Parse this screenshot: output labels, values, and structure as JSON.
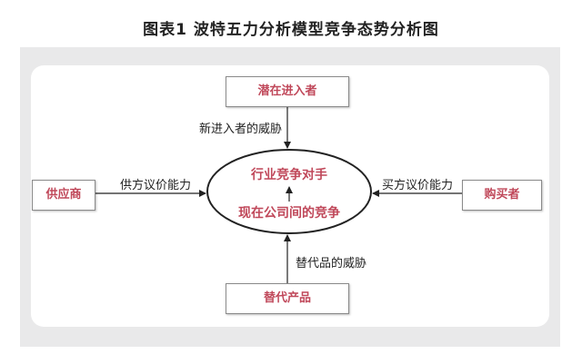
{
  "title": "图表1  波特五力分析模型竞争态势分析图",
  "nodes": {
    "potential_entrants": "潜在进入者",
    "suppliers": "供应商",
    "buyers": "购买者",
    "substitutes": "替代产品",
    "center_top": "行业竞争对手",
    "center_bottom": "现在公司间的竞争"
  },
  "edges": {
    "entrants_threat": "新进入者的威胁",
    "supplier_power": "供方议价能力",
    "buyer_power": "买方议价能力",
    "substitute_threat": "替代品的威胁"
  }
}
